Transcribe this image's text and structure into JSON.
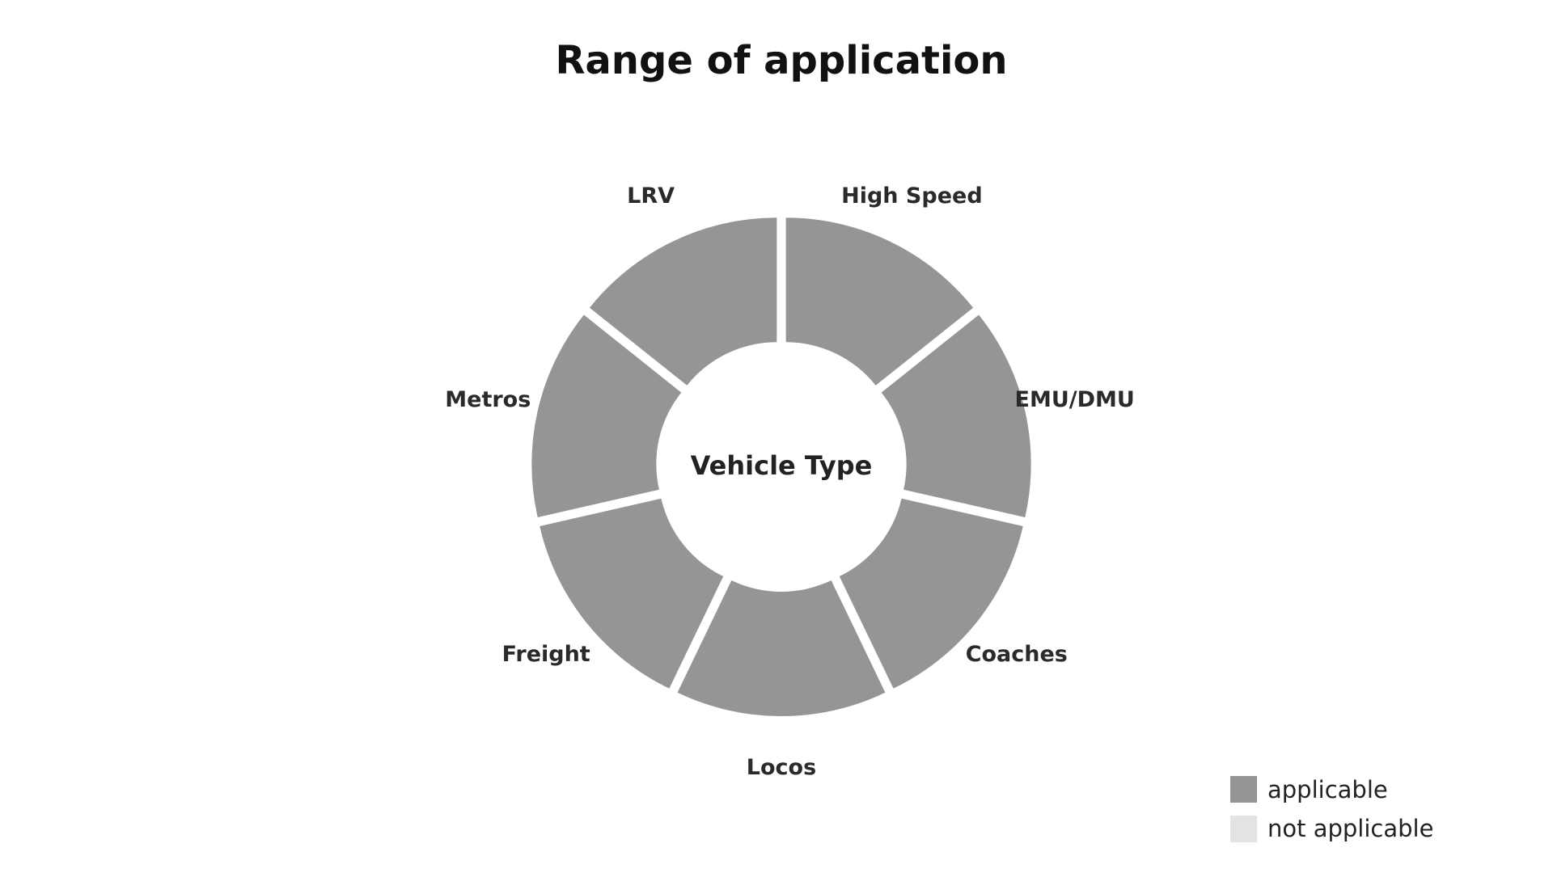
{
  "chart_data": {
    "type": "pie",
    "title": "Range of application",
    "center_label": "Vehicle Type",
    "categories": [
      "High Speed",
      "EMU/DMU",
      "Coaches",
      "Locos",
      "Freight",
      "Metros",
      "LRV"
    ],
    "values": [
      1,
      1,
      1,
      1,
      1,
      1,
      1
    ],
    "status": [
      "applicable",
      "applicable",
      "applicable",
      "applicable",
      "applicable",
      "applicable",
      "applicable"
    ],
    "legend": [
      {
        "label": "applicable",
        "color": "#959595"
      },
      {
        "label": "not applicable",
        "color": "#e3e3e3"
      }
    ],
    "legend_position": "bottom-right"
  }
}
